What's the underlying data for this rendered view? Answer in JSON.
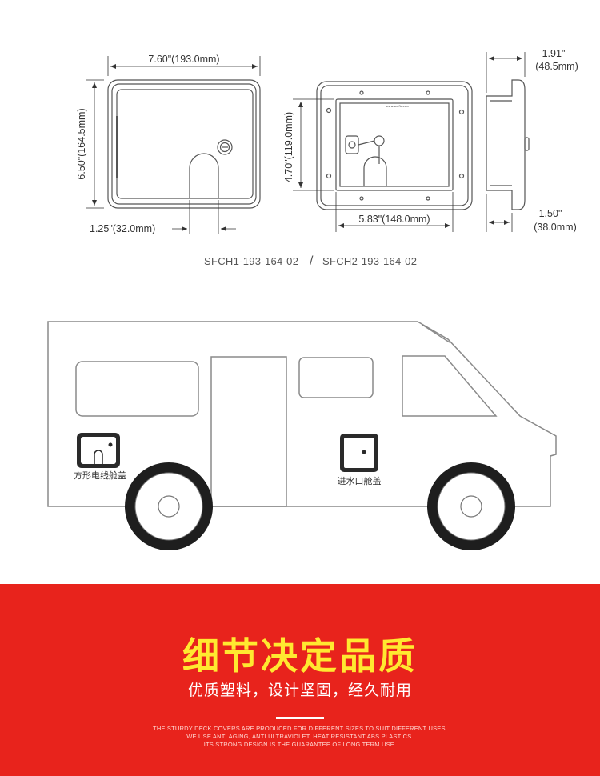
{
  "dimensions": {
    "front_width": "7.60\"(193.0mm)",
    "front_height": "6.50\"(164.5mm)",
    "slot_offset": "1.25\"(32.0mm)",
    "inner_height": "4.70\"(119.0mm)",
    "inner_width": "5.83\"(148.0mm)",
    "side_depth_in": "1.91\"",
    "side_depth_mm": "(48.5mm)",
    "side_bottom_in": "1.50\"",
    "side_bottom_mm": "(38.0mm)"
  },
  "models": {
    "first": "SFCH1-193-164-02",
    "separator": "/",
    "second": "SFCH2-193-164-02"
  },
  "plate_text": "www.seaflo.com",
  "van_labels": {
    "power_cover": "方形电线舱盖",
    "water_cover": "进水口舱盖"
  },
  "banner": {
    "title": "细节决定品质",
    "subtitle": "优质塑料，设计坚固，经久耐用",
    "english_lines": [
      "THE STURDY DECK COVERS ARE PRODUCED FOR DIFFERENT SIZES TO SUIT DIFFERENT USES.",
      "WE USE ANTI AGING, ANTI ULTRAVIOLET, HEAT RESISTANT ABS PLASTICS.",
      "ITS STRONG DESIGN IS THE GUARANTEE OF LONG TERM USE."
    ]
  },
  "colors": {
    "banner_red": "#e8231c",
    "title_yellow": "#ffe930",
    "line_gray": "#555555"
  }
}
